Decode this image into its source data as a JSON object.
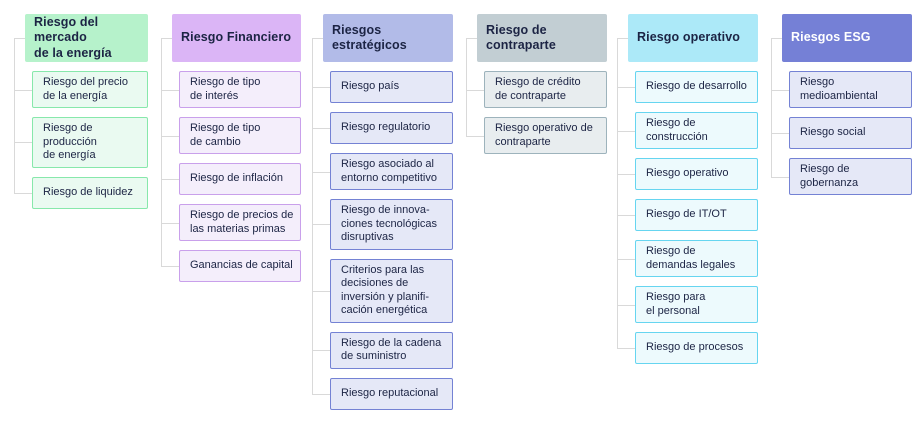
{
  "diagram": {
    "type": "hierarchy",
    "connector_color": "#d9d9d9",
    "text_color": "#1c2444",
    "columns": [
      {
        "id": "riesgo-mercado-energia",
        "header": "Riesgo del mercado\nde la energía",
        "header_bg": "#b6f2cb",
        "header_text_color": "#1c2444",
        "item_bg": "#eafaf1",
        "item_border": "#87e8ab",
        "items": [
          "Riesgo del precio\nde la energía",
          "Riesgo de producción\nde energía",
          "Riesgo de liquidez"
        ]
      },
      {
        "id": "riesgo-financiero",
        "header": "Riesgo Financiero",
        "header_bg": "#dbb5f6",
        "header_text_color": "#1c2444",
        "item_bg": "#f4eefb",
        "item_border": "#c9a0eb",
        "items": [
          "Riesgo de tipo\nde interés",
          "Riesgo de tipo\nde cambio",
          "Riesgo de inflación",
          "Riesgo de precios de\nlas materias primas",
          "Ganancias de capital"
        ]
      },
      {
        "id": "riesgos-estrategicos",
        "header": "Riesgos\nestratégicos",
        "header_bg": "#b2bbe8",
        "header_text_color": "#1c2444",
        "item_bg": "#e5e8f7",
        "item_border": "#7482d4",
        "items": [
          "Riesgo país",
          "Riesgo regulatorio",
          "Riesgo asociado al\nentorno competitivo",
          "Riesgo de innova-\nciones tecnológicas\ndisruptivas",
          "Criterios para las\ndecisiones de\ninversión y planifi-\ncación energética",
          "Riesgo de la cadena\nde suministro",
          "Riesgo reputacional"
        ]
      },
      {
        "id": "riesgo-contraparte",
        "header": "Riesgo de\ncontraparte",
        "header_bg": "#c2ced3",
        "header_text_color": "#1c2444",
        "item_bg": "#e8edef",
        "item_border": "#9db3bc",
        "items": [
          "Riesgo de crédito\nde contraparte",
          "Riesgo operativo de\ncontraparte"
        ]
      },
      {
        "id": "riesgo-operativo",
        "header": "Riesgo operativo",
        "header_bg": "#ace9f8",
        "header_text_color": "#1c2444",
        "item_bg": "#edfafd",
        "item_border": "#66d5f0",
        "items": [
          "Riesgo de desarrollo",
          "Riesgo de\nconstrucción",
          "Riesgo operativo",
          "Riesgo de IT/OT",
          "Riesgo de\ndemandas legales",
          "Riesgo para\nel personal",
          "Riesgo de procesos"
        ]
      },
      {
        "id": "riesgos-esg",
        "header": "Riesgos ESG",
        "header_bg": "#7580d6",
        "header_text_color": "#ffffff",
        "item_bg": "#e5e8f7",
        "item_border": "#7482d4",
        "items": [
          "Riesgo\nmedioambiental",
          "Riesgo social",
          "Riesgo de\ngobernanza"
        ]
      }
    ]
  }
}
